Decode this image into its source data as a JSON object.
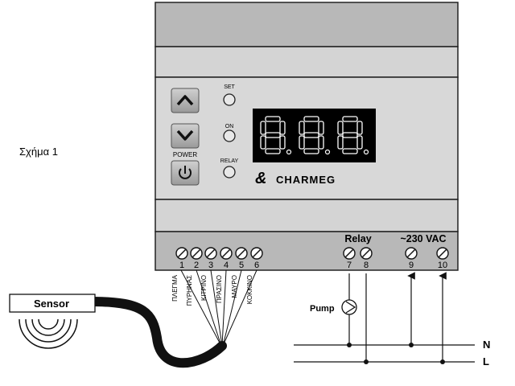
{
  "figure_label": "Σχήμα 1",
  "device": {
    "buttons": {
      "up": "up-arrow",
      "down": "down-arrow",
      "power_label": "POWER",
      "power_icon": "power-icon"
    },
    "indicators": {
      "set": "SET",
      "on": "ON",
      "relay": "RELAY"
    },
    "display": {
      "digits": [
        "8",
        "8",
        "8"
      ]
    },
    "brand": "CHARMEG"
  },
  "terminals": {
    "numbers": [
      "1",
      "2",
      "3",
      "4",
      "5",
      "6",
      "7",
      "8",
      "9",
      "10"
    ],
    "relay_label": "Relay",
    "power_label": "~230 VAC"
  },
  "wire_colors": [
    "ΠΛΕΓΜΑ",
    "ΠΥΡΗΝΑΣ",
    "ΚΙΤΡΙΝΟ",
    "ΠΡΑΣΙΝΟ",
    "ΜΑΥΡΟ",
    "ΚΟΚΚΙΝΟ"
  ],
  "sensor_label": "Sensor",
  "pump_label": "Pump",
  "lines": {
    "neutral": "N",
    "live": "L"
  }
}
